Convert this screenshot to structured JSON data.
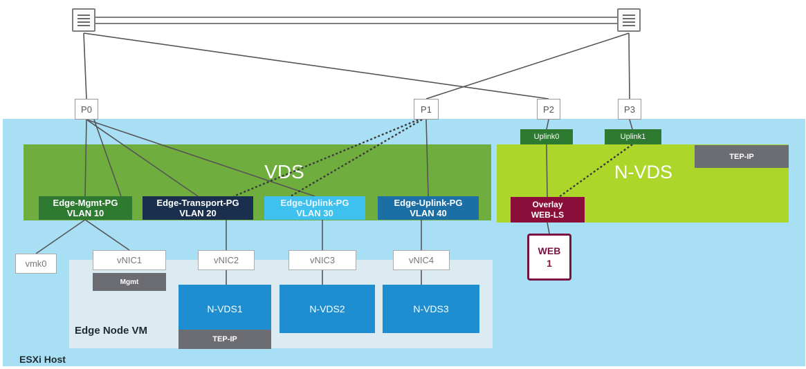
{
  "host": {
    "label": "ESXi Host"
  },
  "edge_vm": {
    "label": "Edge Node VM"
  },
  "vds": {
    "label": "VDS"
  },
  "nvds": {
    "label": "N-VDS",
    "tep_label": "TEP-IP"
  },
  "ports": {
    "p0": "P0",
    "p1": "P1",
    "p2": "P2",
    "p3": "P3"
  },
  "uplinks": {
    "uplink0": "Uplink0",
    "uplink1": "Uplink1"
  },
  "port_groups": {
    "mgmt": {
      "name": "Edge-Mgmt-PG",
      "vlan": "VLAN 10"
    },
    "transport": {
      "name": "Edge-Transport-PG",
      "vlan": "VLAN 20"
    },
    "uplink30": {
      "name": "Edge-Uplink-PG",
      "vlan": "VLAN 30"
    },
    "uplink40": {
      "name": "Edge-Uplink-PG",
      "vlan": "VLAN 40"
    }
  },
  "overlay": {
    "line1": "Overlay",
    "line2": "WEB-LS"
  },
  "web": {
    "line1": "WEB",
    "line2": "1"
  },
  "vnics": {
    "vmk0": "vmk0",
    "vnic1": "vNIC1",
    "vnic2": "vNIC2",
    "vnic3": "vNIC3",
    "vnic4": "vNIC4"
  },
  "mgmt_tag": "Mgmt",
  "nvds_boxes": {
    "nvds1": "N-VDS1",
    "nvds2": "N-VDS2",
    "nvds3": "N-VDS3",
    "tep_label": "TEP-IP"
  },
  "colors": {
    "host_bg": "#a9dff5",
    "vds": "#6fae3e",
    "nvds": "#add62b",
    "mgmt_pg": "#2e7a30",
    "transport_pg": "#1a2f4e",
    "uplink30_pg": "#3ec1ee",
    "uplink40_pg": "#1c6fa5",
    "overlay": "#8b0d3a",
    "nvds_box": "#1f8ed0",
    "tag": "#6c6c73"
  }
}
